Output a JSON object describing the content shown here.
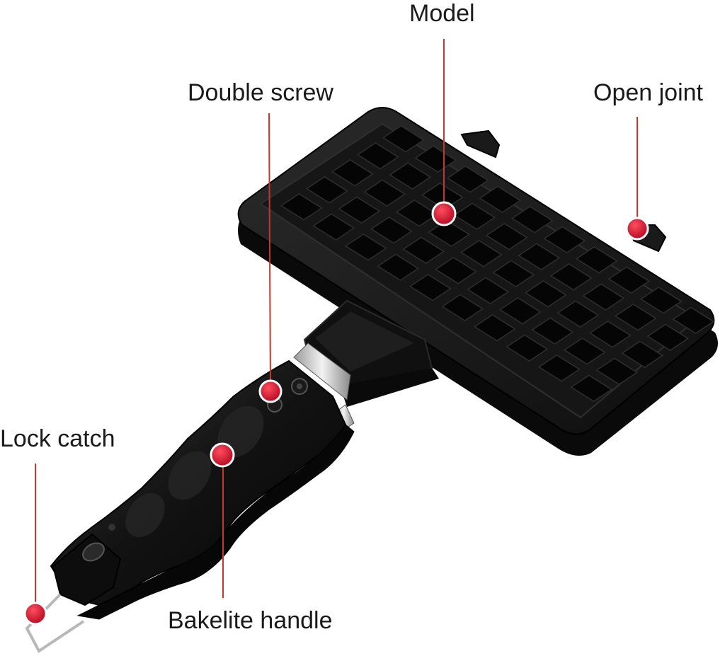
{
  "callouts": {
    "model": "Model",
    "double_screw": "Double screw",
    "open_joint": "Open joint",
    "lock_catch": "Lock catch",
    "bakelite_handle": "Bakelite handle"
  },
  "colors": {
    "marker_red": "#c8102e",
    "leader_red": "#c0392b",
    "body_black": "#141414",
    "background": "#ffffff"
  }
}
